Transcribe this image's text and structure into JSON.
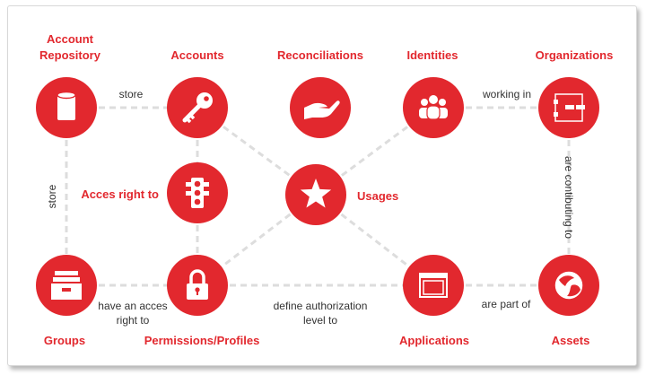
{
  "colors": {
    "accent": "#e2282e",
    "connector": "#dddddd",
    "label": "#333333",
    "icon": "#ffffff"
  },
  "nodes": [
    {
      "id": "account-repository",
      "title": [
        "Account",
        "Repository"
      ],
      "icon": "database-icon"
    },
    {
      "id": "accounts",
      "title": [
        "Accounts"
      ],
      "icon": "key-icon"
    },
    {
      "id": "reconciliations",
      "title": [
        "Reconciliations"
      ],
      "icon": "hand-icon"
    },
    {
      "id": "identities",
      "title": [
        "Identities"
      ],
      "icon": "people-icon"
    },
    {
      "id": "organizations",
      "title": [
        "Organizations"
      ],
      "icon": "org-chart-icon"
    },
    {
      "id": "acces-right-to",
      "title": [
        "Acces right to"
      ],
      "icon": "traffic-light-icon"
    },
    {
      "id": "usages",
      "title": [
        "Usages"
      ],
      "icon": "star-icon"
    },
    {
      "id": "groups",
      "title": [
        "Groups"
      ],
      "icon": "filing-cabinet-icon"
    },
    {
      "id": "permissions-profiles",
      "title": [
        "Permissions/Profiles"
      ],
      "icon": "lock-icon"
    },
    {
      "id": "applications",
      "title": [
        "Applications"
      ],
      "icon": "window-icon"
    },
    {
      "id": "assets",
      "title": [
        "Assets"
      ],
      "icon": "globe-icon"
    }
  ],
  "edges": [
    {
      "from": "account-repository",
      "to": "accounts",
      "label": [
        "store"
      ]
    },
    {
      "from": "identities",
      "to": "organizations",
      "label": [
        "working in"
      ]
    },
    {
      "from": "account-repository",
      "to": "groups",
      "label": [
        "store"
      ]
    },
    {
      "from": "organizations",
      "to": "assets",
      "label": [
        "are contibuting to"
      ]
    },
    {
      "from": "groups",
      "to": "permissions-profiles",
      "label": [
        "have an acces",
        "right to"
      ]
    },
    {
      "from": "permissions-profiles",
      "to": "applications",
      "label": [
        "define authorization",
        "level to"
      ]
    },
    {
      "from": "applications",
      "to": "assets",
      "label": [
        "are part of"
      ]
    },
    {
      "from": "accounts",
      "to": "acces-right-to",
      "label": []
    },
    {
      "from": "acces-right-to",
      "to": "permissions-profiles",
      "label": []
    },
    {
      "from": "accounts",
      "to": "usages",
      "label": []
    },
    {
      "from": "identities",
      "to": "usages",
      "label": []
    },
    {
      "from": "usages",
      "to": "permissions-profiles",
      "label": []
    },
    {
      "from": "usages",
      "to": "applications",
      "label": []
    }
  ]
}
